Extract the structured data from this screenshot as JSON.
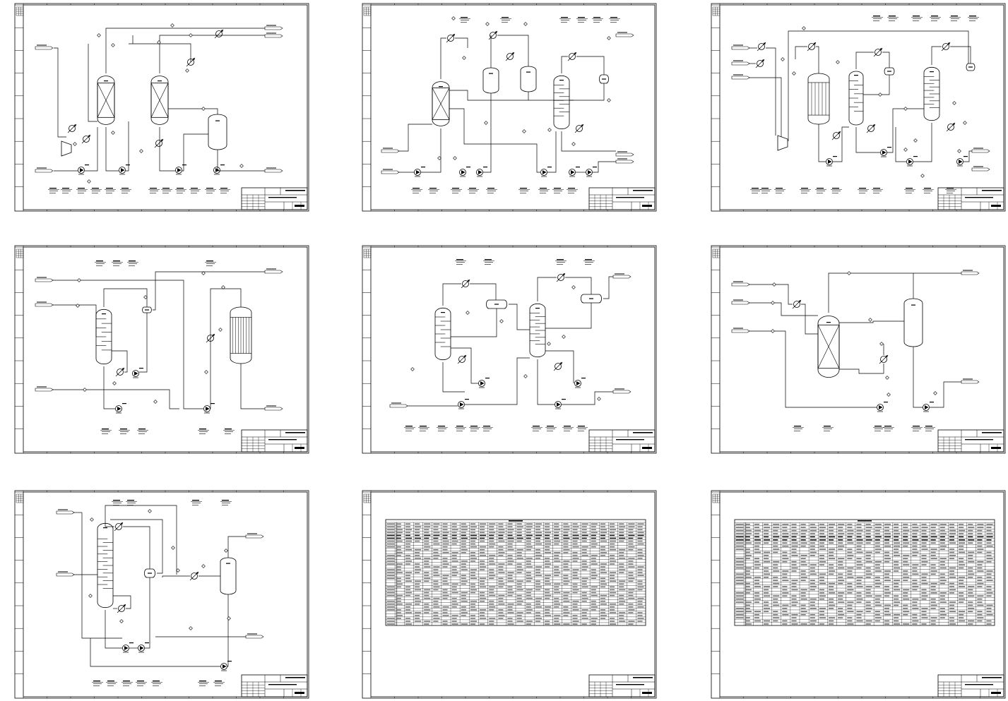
{
  "image": {
    "width": 1427,
    "height": 993
  },
  "sheets": [
    {
      "id": 1,
      "kind": "pfd",
      "layout": "reactors"
    },
    {
      "id": 2,
      "kind": "pfd",
      "layout": "separation"
    },
    {
      "id": 3,
      "kind": "pfd",
      "layout": "three_columns"
    },
    {
      "id": 4,
      "kind": "pfd",
      "layout": "column_exchanger"
    },
    {
      "id": 5,
      "kind": "pfd",
      "layout": "two_columns"
    },
    {
      "id": 6,
      "kind": "pfd",
      "layout": "reactor_drum"
    },
    {
      "id": 7,
      "kind": "pfd",
      "layout": "column_drum"
    },
    {
      "id": 8,
      "kind": "table",
      "title": "物料一览表",
      "rows": 37,
      "cols": 28
    },
    {
      "id": 9,
      "kind": "table",
      "title": "物料一览表",
      "rows": 34,
      "cols": 28
    }
  ]
}
